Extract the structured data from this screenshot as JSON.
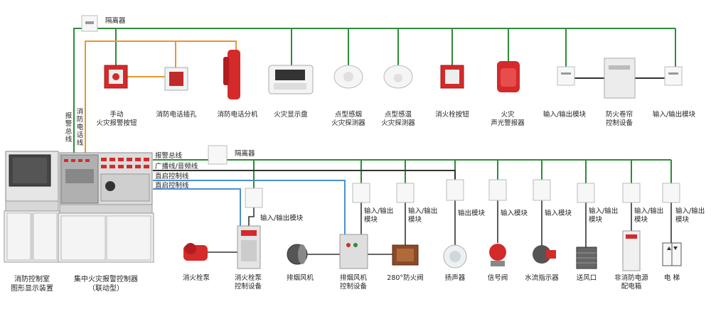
{
  "top_bus": {
    "isolator": "隔离器",
    "alarm_bus_v": "报警总线",
    "phone_line_v": "消防电话线",
    "devices": [
      "手动\n火灾报警按钮",
      "消防电话插孔",
      "消防电话分机",
      "火灾显示盘",
      "点型感烟\n火灾探测器",
      "点型感温\n火灾探测器",
      "消火栓按钮",
      "火灾\n声光警报器",
      "输入/输出模块",
      "防火卷帘\n控制设备",
      "输入/输出模块"
    ]
  },
  "mid_bus": {
    "alarm_bus": "报警总线",
    "isolator": "隔离器",
    "broadcast": "广播线/音频线",
    "direct1": "直启控制线",
    "direct2": "直启控制线",
    "modules": [
      "输入/输出模块",
      "输入/输出\n模块",
      "输入/输出\n模块",
      "输出模块",
      "输入模块",
      "输入模块",
      "输入/输出\n模块",
      "输入/输出\n模块",
      "输入/输出\n模块"
    ],
    "devices": [
      "消火栓泵",
      "消火栓泵\n控制设备",
      "排烟风机",
      "排烟风机\n控制设备",
      "280°防火阀",
      "扬声器",
      "信号阀",
      "水流指示器",
      "送风口",
      "非消防电源\n配电箱",
      "电 梯"
    ]
  },
  "controllers": {
    "room": "消防控制室\n图形显示装置",
    "panel": "集中火灾报警控制器\n（联动型）"
  },
  "colors": {
    "green": "#2e8b3a",
    "orange": "#e8962e",
    "blue": "#4a8fd0",
    "dark": "#333333",
    "red": "#d42a2a"
  }
}
